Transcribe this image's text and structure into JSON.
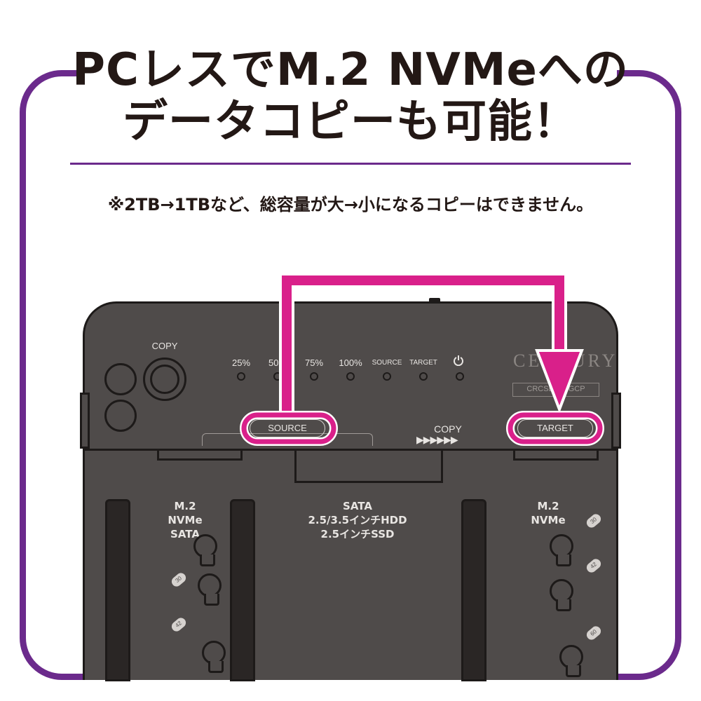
{
  "heading": {
    "line1": "PCレスでM.2 NVMeへの",
    "line2": "データコピーも可能！"
  },
  "note": "※2TB→1TBなど、総容量が大→小になるコピーはできません。",
  "device": {
    "copy_button_label": "COPY",
    "leds": [
      {
        "label": "25%"
      },
      {
        "label": "50%"
      },
      {
        "label": "75%"
      },
      {
        "label": "100%"
      },
      {
        "label": "SOURCE"
      },
      {
        "label": "TARGET"
      }
    ],
    "power_icon": "power-icon",
    "brand": "CENTURY",
    "model": "CRCSD2N0GCP",
    "source_label": "SOURCE",
    "target_label": "TARGET",
    "copy_direction_label": "COPY",
    "copy_direction_arrows": "▶▶▶▶▶▶",
    "slots": {
      "left": "M.2\nNVMe\nSATA",
      "center": "SATA\n2.5/3.5インチHDD\n2.5インチSSD",
      "right": "M.2\nNVMe"
    },
    "size_tags_left": [
      "30",
      "42"
    ],
    "size_tags_right": [
      "30",
      "42",
      "60"
    ]
  },
  "colors": {
    "frame": "#6b2a8c",
    "highlight": "#d9208a",
    "device_body": "#4f4b4a",
    "text": "#231815"
  }
}
